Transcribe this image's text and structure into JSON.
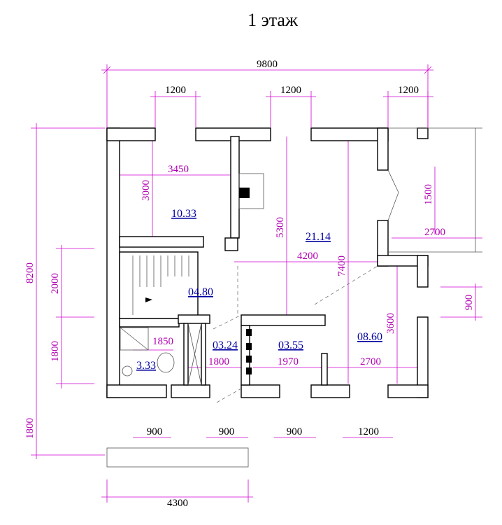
{
  "title": "1 этаж",
  "dimensions": {
    "top_total": "9800",
    "top_1": "1200",
    "top_2": "1200",
    "top_3": "1200",
    "left_total": "8200",
    "left_1": "2000",
    "left_2": "1800",
    "left_3": "1800",
    "room1_w": "3450",
    "room1_h": "3000",
    "hall_h": "5300",
    "hall_w": "4200",
    "right_h": "7400",
    "right_door": "1500",
    "right_w": "2700",
    "right_window": "900",
    "r8_h": "3600",
    "r8_w": "2700",
    "bath_w": "1850",
    "s1_w": "1800",
    "s2_w": "1970",
    "bottom_1": "900",
    "bottom_2": "900",
    "bottom_3": "900",
    "bottom_4": "1200",
    "bottom_total": "4300"
  },
  "areas": {
    "room_1": "10.33",
    "hall": "21.14",
    "stair": "04.80",
    "s_1": "03.24",
    "s_2": "03.55",
    "room_8": "08.60",
    "bath": "3.33"
  }
}
